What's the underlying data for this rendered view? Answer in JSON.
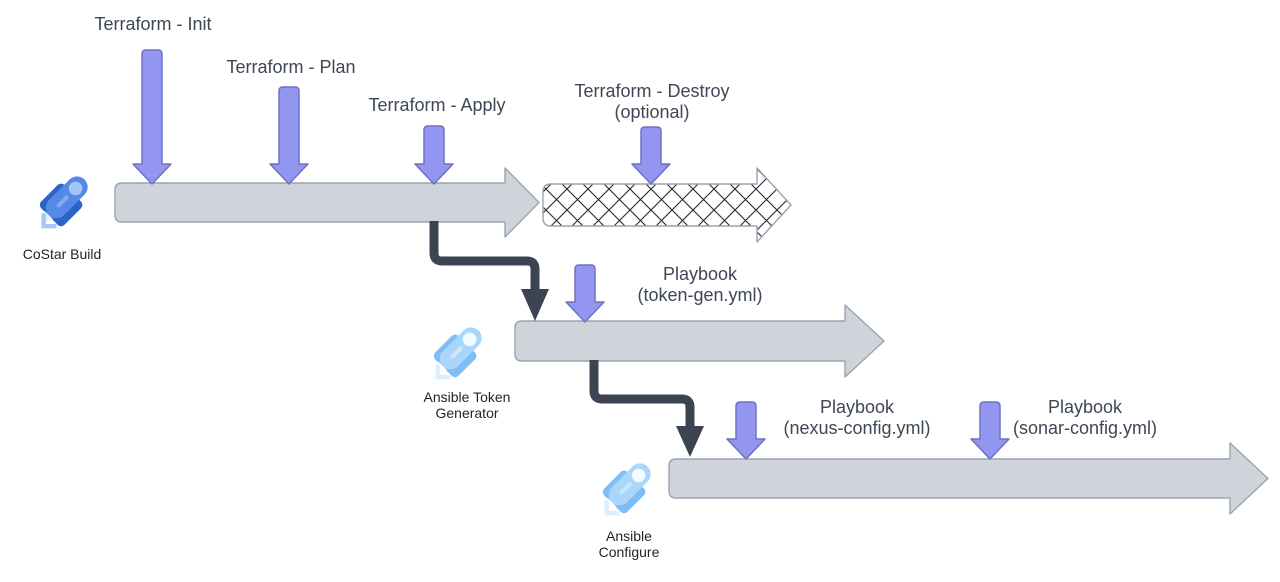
{
  "pipelines": {
    "costar": {
      "caption": "CoStar Build",
      "steps": {
        "init": "Terraform - Init",
        "plan": "Terraform - Plan",
        "apply": "Terraform - Apply"
      },
      "destroy": {
        "line1": "Terraform - Destroy",
        "line2": "(optional)"
      }
    },
    "token_generator": {
      "caption_line1": "Ansible Token",
      "caption_line2": "Generator",
      "playbook": {
        "line1": "Playbook",
        "line2": "(token-gen.yml)"
      }
    },
    "configure": {
      "caption_line1": "Ansible",
      "caption_line2": "Configure",
      "playbook_nexus": {
        "line1": "Playbook",
        "line2": "(nexus-config.yml)"
      },
      "playbook_sonar": {
        "line1": "Playbook",
        "line2": "(sonar-config.yml)"
      }
    }
  },
  "icons": {
    "costar_build": "rocket-icon",
    "ansible_token_generator": "rocket-icon",
    "ansible_configure": "rocket-icon"
  },
  "colors": {
    "background": "#FFFFFF",
    "step_arrow_fill": "#9296F0",
    "step_arrow_stroke": "#6E71C1",
    "pipeline_fill": "#CFD4DA",
    "pipeline_stroke": "#9AA4B0",
    "hatch_line": "#23272E",
    "connector": "#3B4450",
    "step_label_text": "#3E4754",
    "caption_text": "#20242B",
    "rocket_dark_fin": "#2B63C6",
    "rocket_dark_body": "#5588E7",
    "rocket_dark_window": "#A6C3F2",
    "rocket_dark_stripe": "#84ABEE",
    "rocket_dark_nozzle": "#EAF0FA",
    "rocket_dark_bracket": "#A6C8F5",
    "rocket_light_fin": "#7FBDF7",
    "rocket_light_body": "#ABD6FB",
    "rocket_light_window": "#F4FBFF",
    "rocket_light_stripe": "#CBE7FD",
    "rocket_light_nozzle": "#FFFFFF",
    "rocket_light_bracket": "#D9EFFE"
  }
}
